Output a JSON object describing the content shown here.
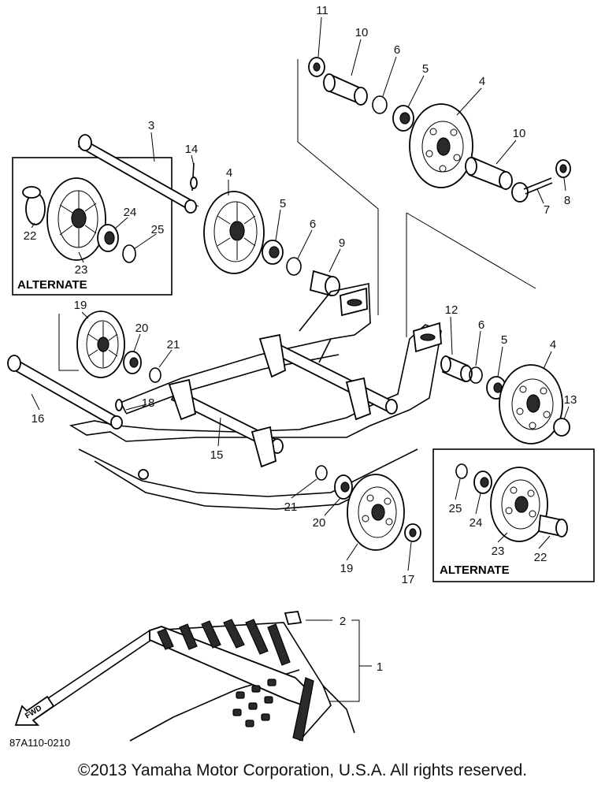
{
  "drawing_code": "87A110-0210",
  "copyright": "©2013 Yamaha Motor Corporation, U.S.A. All rights reserved.",
  "alternate_label": "ALTERNATE",
  "fwd_label": "FWD",
  "callouts": {
    "c1": "1",
    "c2": "2",
    "c3": "3",
    "c4a": "4",
    "c4b": "4",
    "c4c": "4",
    "c5a": "5",
    "c5b": "5",
    "c5c": "5",
    "c6a": "6",
    "c6b": "6",
    "c6c": "6",
    "c7": "7",
    "c8": "8",
    "c9": "9",
    "c10a": "10",
    "c10b": "10",
    "c11": "11",
    "c12": "12",
    "c13": "13",
    "c14": "14",
    "c15": "15",
    "c16": "16",
    "c17": "17",
    "c18": "18",
    "c19a": "19",
    "c19b": "19",
    "c20a": "20",
    "c20b": "20",
    "c21a": "21",
    "c21b": "21",
    "c22a": "22",
    "c22b": "22",
    "c23a": "23",
    "c23b": "23",
    "c24a": "24",
    "c24b": "24",
    "c25a": "25",
    "c25b": "25"
  }
}
